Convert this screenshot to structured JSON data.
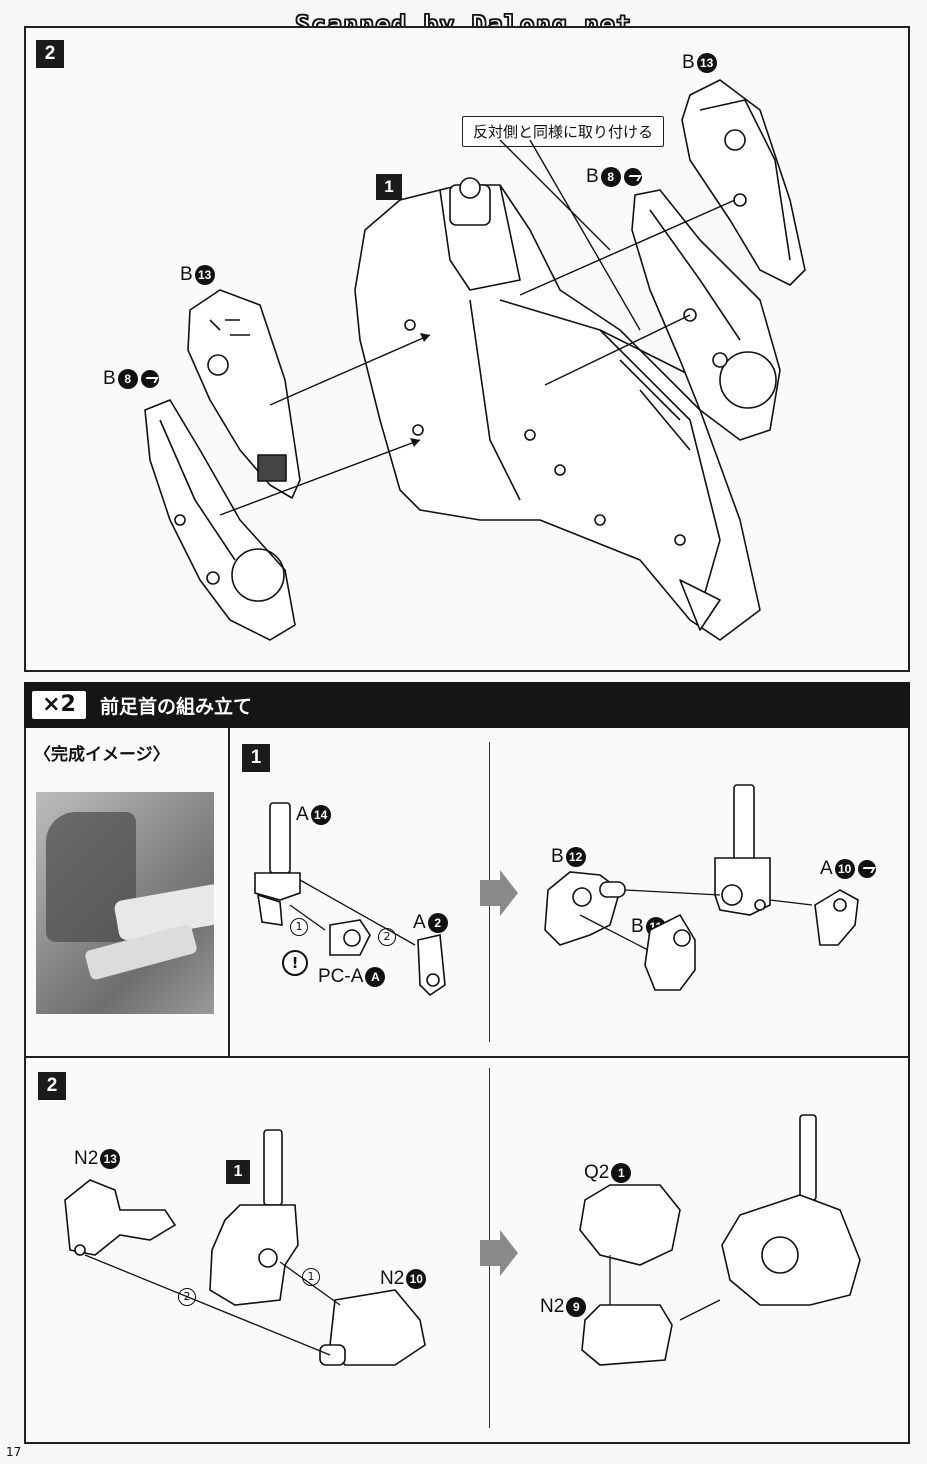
{
  "watermark": "Scanned by Dalong.net",
  "page_number": "17",
  "top_panel": {
    "step": "2",
    "sub_step": "1",
    "callout": "反対側と同様に取り付ける",
    "parts": {
      "right_top": {
        "runner": "B",
        "num": "13"
      },
      "right_mid": {
        "runner": "B",
        "num": "8"
      },
      "left_top": {
        "runner": "B",
        "num": "13"
      },
      "left_mid": {
        "runner": "B",
        "num": "8"
      }
    }
  },
  "section": {
    "multiplier": "×2",
    "title": "前足首の組み立て",
    "image_caption": "〈完成イメージ〉"
  },
  "step1": {
    "step": "1",
    "sub1": "1",
    "sub2": "2",
    "warning": "!",
    "parts": {
      "a14": {
        "runner": "A",
        "num": "14"
      },
      "a2": {
        "runner": "A",
        "num": "2"
      },
      "pca": {
        "runner": "PC-A",
        "num": "A"
      },
      "b12": {
        "runner": "B",
        "num": "12"
      },
      "b11": {
        "runner": "B",
        "num": "11"
      },
      "a10": {
        "runner": "A",
        "num": "10"
      }
    }
  },
  "step2": {
    "step": "2",
    "ref": "1",
    "sub1": "1",
    "sub2": "2",
    "parts": {
      "n2_13": {
        "runner": "N2",
        "num": "13"
      },
      "n2_10": {
        "runner": "N2",
        "num": "10"
      },
      "q2_1": {
        "runner": "Q2",
        "num": "1"
      },
      "n2_9": {
        "runner": "N2",
        "num": "9"
      }
    }
  }
}
